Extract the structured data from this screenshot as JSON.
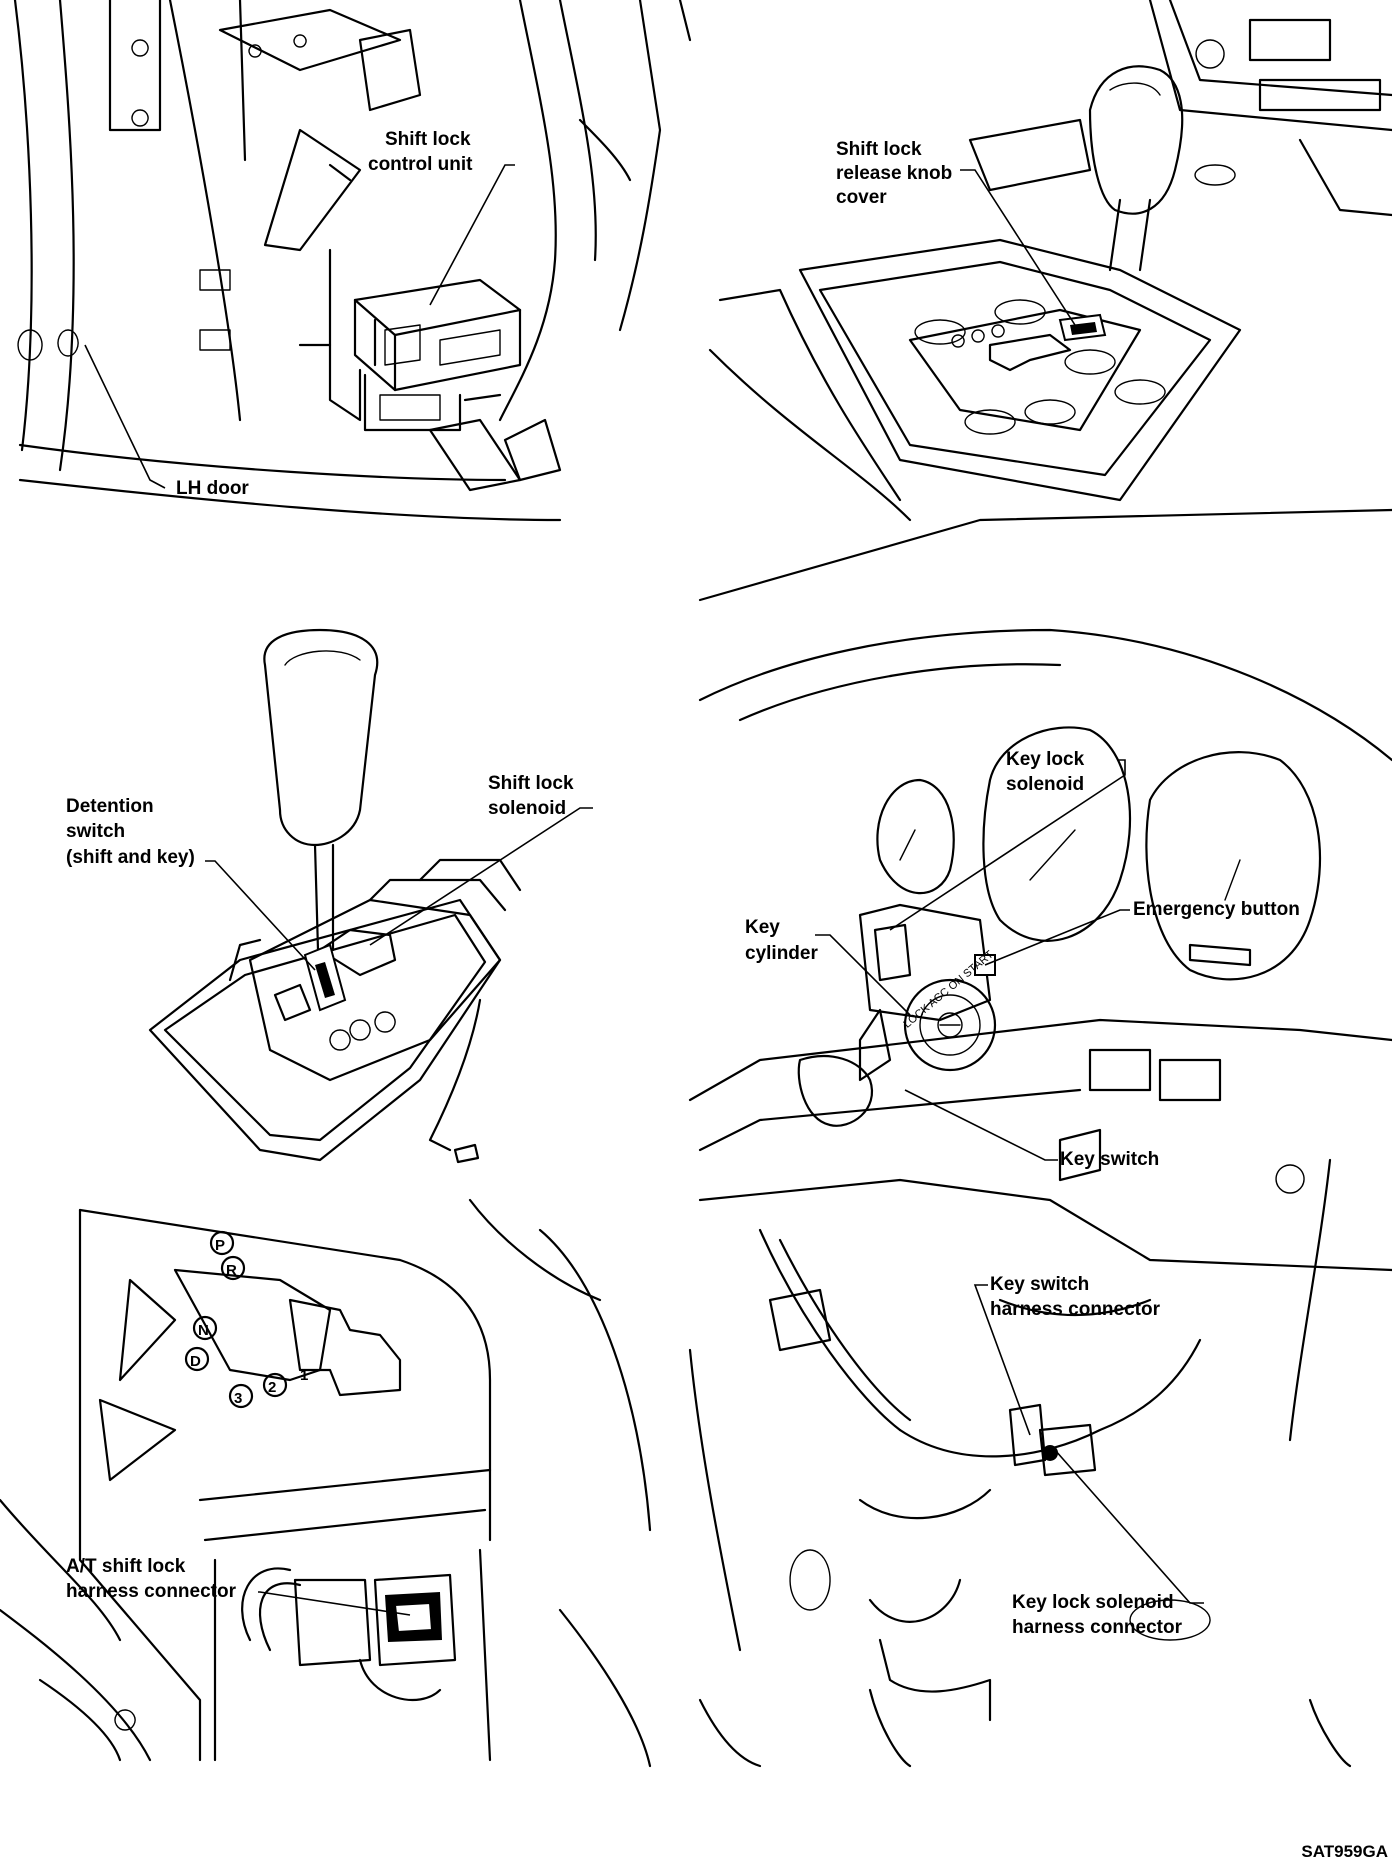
{
  "panels": {
    "top_left": {
      "labels": [
        "Shift lock",
        "control unit",
        "LH door"
      ]
    },
    "top_right": {
      "labels": [
        "Shift lock",
        "release knob",
        "cover"
      ]
    },
    "middle_left": {
      "labels": [
        "Detention",
        "switch",
        "(shift and key)",
        "Shift lock",
        "solenoid"
      ]
    },
    "bottom_left": {
      "labels": [
        "A/T shift lock",
        "harness connector"
      ],
      "gate_marks": [
        "P",
        "R",
        "N",
        "D",
        "3",
        "2",
        "1"
      ]
    },
    "right": {
      "labels": [
        "Key lock",
        "solenoid",
        "Emergency button",
        "Key",
        "cylinder",
        "Key switch",
        "Key switch",
        "harness connector",
        "Key lock solenoid",
        "harness connector"
      ],
      "cylinder_text": "LOCK ACC ON START"
    }
  },
  "figure_code": "SAT959GA"
}
